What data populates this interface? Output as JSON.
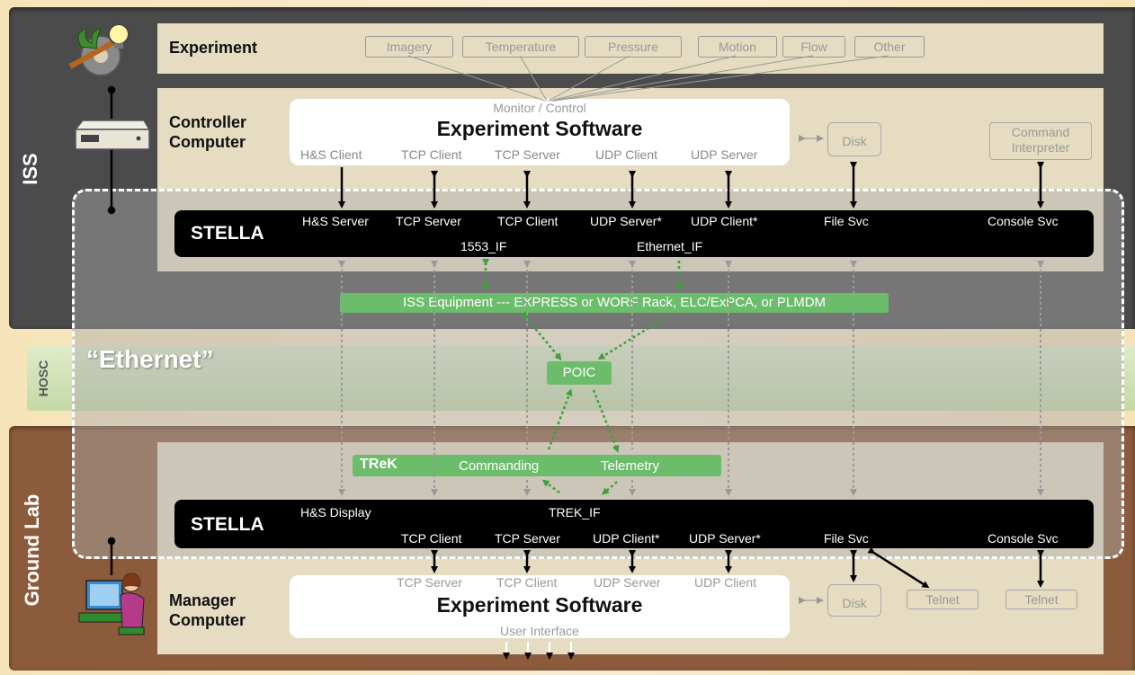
{
  "zones": {
    "iss": "ISS",
    "hosc": "HOSC",
    "ground": "Ground Lab",
    "ethernet": "“Ethernet”"
  },
  "experiment": {
    "title": "Experiment",
    "sensors": [
      "Imagery",
      "Temperature",
      "Pressure",
      "Motion",
      "Flow",
      "Other"
    ]
  },
  "controller": {
    "title_line1": "Controller",
    "title_line2": "Computer",
    "software_top": "Monitor / Control",
    "software_name": "Experiment Software",
    "ports": [
      "H&S Client",
      "TCP Client",
      "TCP Server",
      "UDP Client",
      "UDP Server"
    ],
    "disk": "Disk",
    "cmd_line1": "Command",
    "cmd_line2": "Interpreter"
  },
  "stella_top": {
    "name": "STELLA",
    "ports": [
      "H&S Server",
      "TCP Server",
      "TCP Client",
      "UDP Server*",
      "UDP Client*",
      "File Svc",
      "Console Svc"
    ],
    "if_1553": "1553_IF",
    "if_eth": "Ethernet_IF"
  },
  "iss_equipment": "ISS Equipment  --- EXPRESS or WORF Rack, ELC/ExPCA, or PLMDM",
  "poic": "POIC",
  "trek": {
    "name": "TReK",
    "commanding": "Commanding",
    "telemetry": "Telemetry"
  },
  "stella_bottom": {
    "name": "STELLA",
    "hs_display": "H&S Display",
    "trek_if": "TREK_IF",
    "ports": [
      "TCP Client",
      "TCP Server",
      "UDP Client*",
      "UDP Server*",
      "File Svc",
      "Console Svc"
    ]
  },
  "manager": {
    "title_line1": "Manager",
    "title_line2": "Computer",
    "ports": [
      "TCP Server",
      "TCP Client",
      "UDP Server",
      "UDP Client"
    ],
    "software_name": "Experiment Software",
    "software_bottom": "User Interface",
    "disk": "Disk",
    "telnet1": "Telnet",
    "telnet2": "Telnet"
  },
  "colors": {
    "iss_band": "#4a4a4a",
    "ground_band": "#8a5a3a",
    "hosc_band": "#c7dcae",
    "panel": "#e6dcc4",
    "stella": "#000000",
    "green": "#6cbf6a"
  }
}
